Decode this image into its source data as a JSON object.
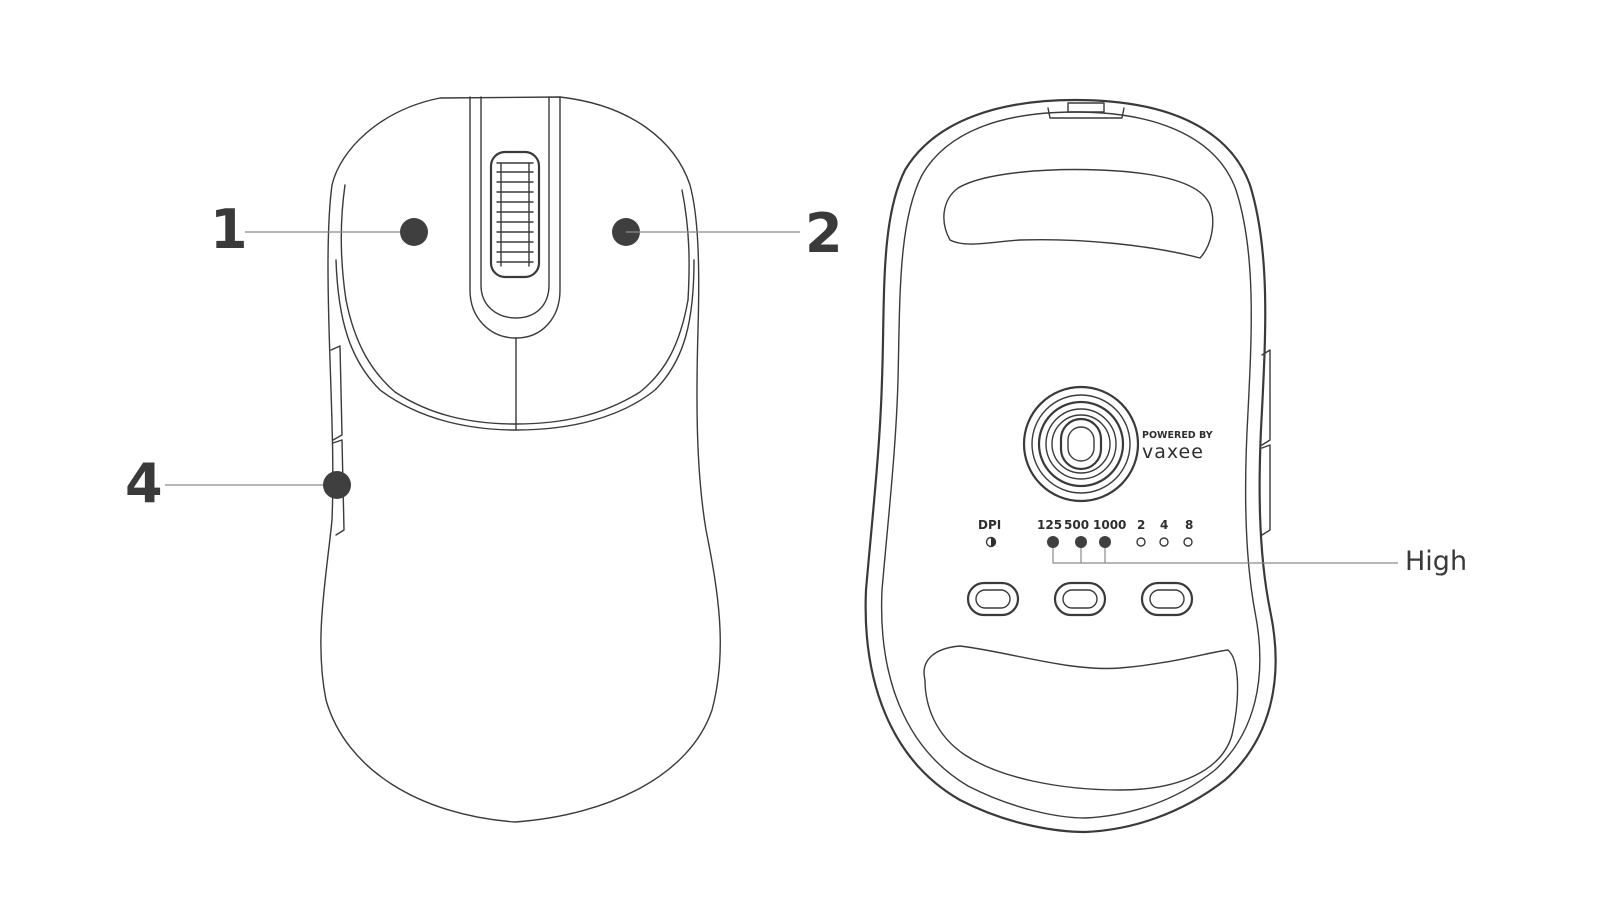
{
  "top_view": {
    "callouts": [
      {
        "id": "1",
        "label": "1"
      },
      {
        "id": "2",
        "label": "2"
      },
      {
        "id": "4",
        "label": "4"
      }
    ]
  },
  "bottom_view": {
    "brand": {
      "tagline": "POWERED BY",
      "name": "vaxee"
    },
    "dpi_label": "DPI",
    "rate_labels": [
      "125",
      "500",
      "1000",
      "2",
      "4",
      "8"
    ],
    "high_label": "High"
  }
}
